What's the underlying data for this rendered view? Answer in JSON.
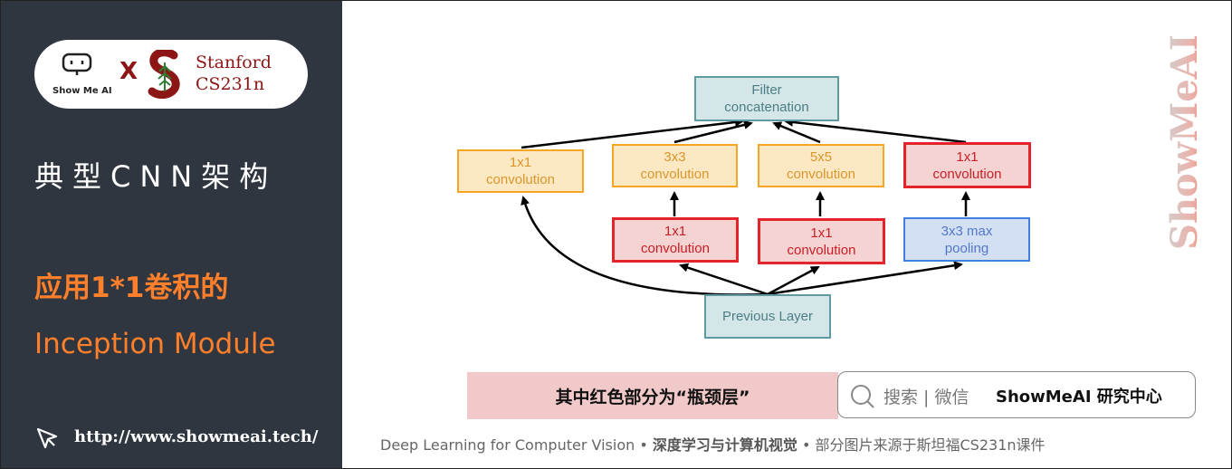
{
  "logo": {
    "showmeai_text": "Show Me AI",
    "cross": "X",
    "stanford_line1": "Stanford",
    "stanford_line2": "CS231n"
  },
  "sidebar": {
    "section_title": "典型CNN架构",
    "subtitle_line1": "应用1*1卷积的",
    "subtitle_line2": "Inception Module",
    "site_url": "http://www.showmeai.tech/"
  },
  "diagram": {
    "filter_concat": [
      "Filter",
      "concatenation"
    ],
    "previous_layer": "Previous Layer",
    "branch1_conv": [
      "1x1",
      "convolution"
    ],
    "branch2_top": [
      "3x3",
      "convolution"
    ],
    "branch2_bottom": [
      "1x1",
      "convolution"
    ],
    "branch3_top": [
      "5x5",
      "convolution"
    ],
    "branch3_bottom": [
      "1x1",
      "convolution"
    ],
    "branch4_top": [
      "1x1",
      "convolution"
    ],
    "branch4_pool": [
      "3x3 max",
      "pooling"
    ]
  },
  "caption": "其中红色部分为“瓶颈层”",
  "search": {
    "label": "搜索 | 微信",
    "brand": "ShowMeAI 研究中心"
  },
  "footer": {
    "part1": "Deep Learning for Computer Vision",
    "sep": " • ",
    "part2": "深度学习与计算机视觉",
    "part3": "部分图片来源于斯坦福CS231n课件"
  },
  "watermark": "ShowMeAI",
  "colors": {
    "panel_bg": "#2f3640",
    "accent_orange": "#ff7f2a",
    "stanford_red": "#8c1515",
    "bottleneck_red": "#e3242b",
    "caption_bg": "#f2c9c9"
  }
}
